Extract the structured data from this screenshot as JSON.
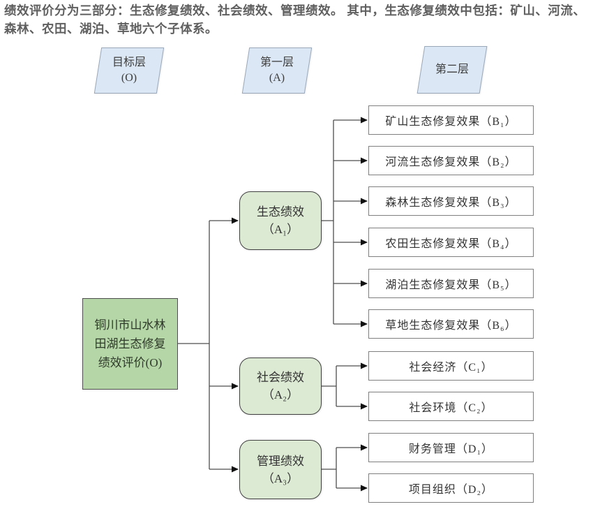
{
  "header": {
    "text": "绩效评价分为三部分：生态修复绩效、社会绩效、管理绩效。 其中，生态修复绩效中包括：矿山、河流、森林、农田、湖泊、草地六个子体系。"
  },
  "layers": [
    {
      "line1": "目标层",
      "line2": "(O)"
    },
    {
      "line1": "第一层",
      "line2": "(A)"
    },
    {
      "line1": "第二层",
      "line2": ""
    }
  ],
  "root": {
    "lines": [
      "铜川市山水林",
      "田湖生态修复",
      "绩效评价(O)"
    ]
  },
  "branches": [
    {
      "node": {
        "title": "生态绩效",
        "sub": "（A₁）"
      },
      "children": [
        "矿山生态修复效果（B₁）",
        "河流生态修复效果（B₂）",
        "森林生态修复效果（B₃）",
        "农田生态修复效果（B₄）",
        "湖泊生态修复效果（B₅）",
        "草地生态修复效果（B₆）"
      ]
    },
    {
      "node": {
        "title": "社会绩效",
        "sub": "（A₂）"
      },
      "children": [
        "社会经济（C₁）",
        "社会环境（C₂）"
      ]
    },
    {
      "node": {
        "title": "管理绩效",
        "sub": "（A₃）"
      },
      "children": [
        "财务管理（D₁）",
        "项目组织（D₂）"
      ]
    }
  ],
  "colors": {
    "root_fill": "#b5d6a7",
    "branch_fill": "#dcead3",
    "layer_fill": "#dbe7f4",
    "leaf_border": "#7f7f7f",
    "line": "#4d4d4d",
    "header_text": "#5f5f5f"
  }
}
